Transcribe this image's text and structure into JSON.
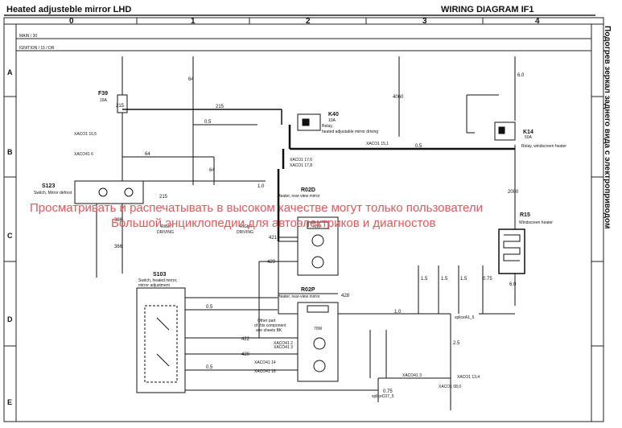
{
  "header": {
    "title": "Heated adjusteble mirror LHD",
    "diagram": "WIRING DIAGRAM IF1"
  },
  "columns": [
    "0",
    "1",
    "2",
    "3",
    "4"
  ],
  "rows": [
    "A",
    "B",
    "C",
    "D",
    "E"
  ],
  "rails": {
    "main": "MAIN / 30",
    "ignition": "IGNITION / 15 / DR"
  },
  "side_text": "Подогрев зеркал заднего вида с электроприводом",
  "watermark": {
    "line1": "Просматривать и распечатывать в высоком качестве могут только пользователи",
    "line2": "Большой энциклопедии для автоэлектриков и диагностов"
  },
  "components": {
    "f39": {
      "name": "F39",
      "rating": "15A"
    },
    "k40": {
      "name": "K40",
      "rating": "10A",
      "desc1": "Relay,",
      "desc2": "heated adjustable mirror driving"
    },
    "k14": {
      "name": "K14",
      "rating": "50A",
      "desc": "Relay, windscreen heater"
    },
    "s123": {
      "name": "S123",
      "desc": "Switch, Mirror defrost"
    },
    "r02d": {
      "name": "R02D",
      "desc": "Heater, rear-view mirror"
    },
    "r02p": {
      "name": "R02P",
      "desc": "Heater, rear-view mirror"
    },
    "r15": {
      "name": "R15",
      "desc": "Windscreen heater"
    },
    "s103": {
      "name": "S103",
      "desc1": "Switch, heated mirror,",
      "desc2": "mirror adjustment"
    },
    "other_part": {
      "l1": "Other part",
      "l2": "of this component",
      "l3": "see sheets BK"
    },
    "right_driving": {
      "l1": "RIGHT",
      "l2": "DRIVING"
    },
    "watt_d": "70W",
    "watt_p": "70W"
  },
  "wire_labels": {
    "w215a": "215",
    "w215b": "215",
    "w215c": "215",
    "w64a": "64",
    "w64b": "64",
    "w64c": "64",
    "w421": "421",
    "w428": "428",
    "w429": "429",
    "w420": "420",
    "w422": "422",
    "w4060": "4060",
    "w2000": "2000",
    "w386": "386",
    "w366": "366",
    "g05a": "0.5",
    "g05b": "0.5",
    "g05c": "0.5",
    "g05d": "0.5",
    "g10a": "1.0",
    "g10b": "1.0",
    "g15a": "1.5",
    "g15b": "1.5",
    "g15c": "1.5",
    "g25": "2.5",
    "g60a": "6.0",
    "g60b": "6.0",
    "g075": "0.75",
    "g075b": "0.75"
  },
  "terminal_labels": {
    "t1": "XACO1 16,5",
    "t2": "XACO41 6",
    "t3": "XACO1 17,6",
    "t4": "XACO1 17,8",
    "t5": "XACO1 15,1",
    "t6": "XACO41 2",
    "t7": "XACO41 14",
    "t8": "XACO41 16",
    "t9": "XACO41 3",
    "t10": "spliceA1_5",
    "t11": "spliceC07_5",
    "t12": "XACO1 13,4",
    "t13": "XACO1 08,0",
    "t14": "XACO41 3"
  }
}
